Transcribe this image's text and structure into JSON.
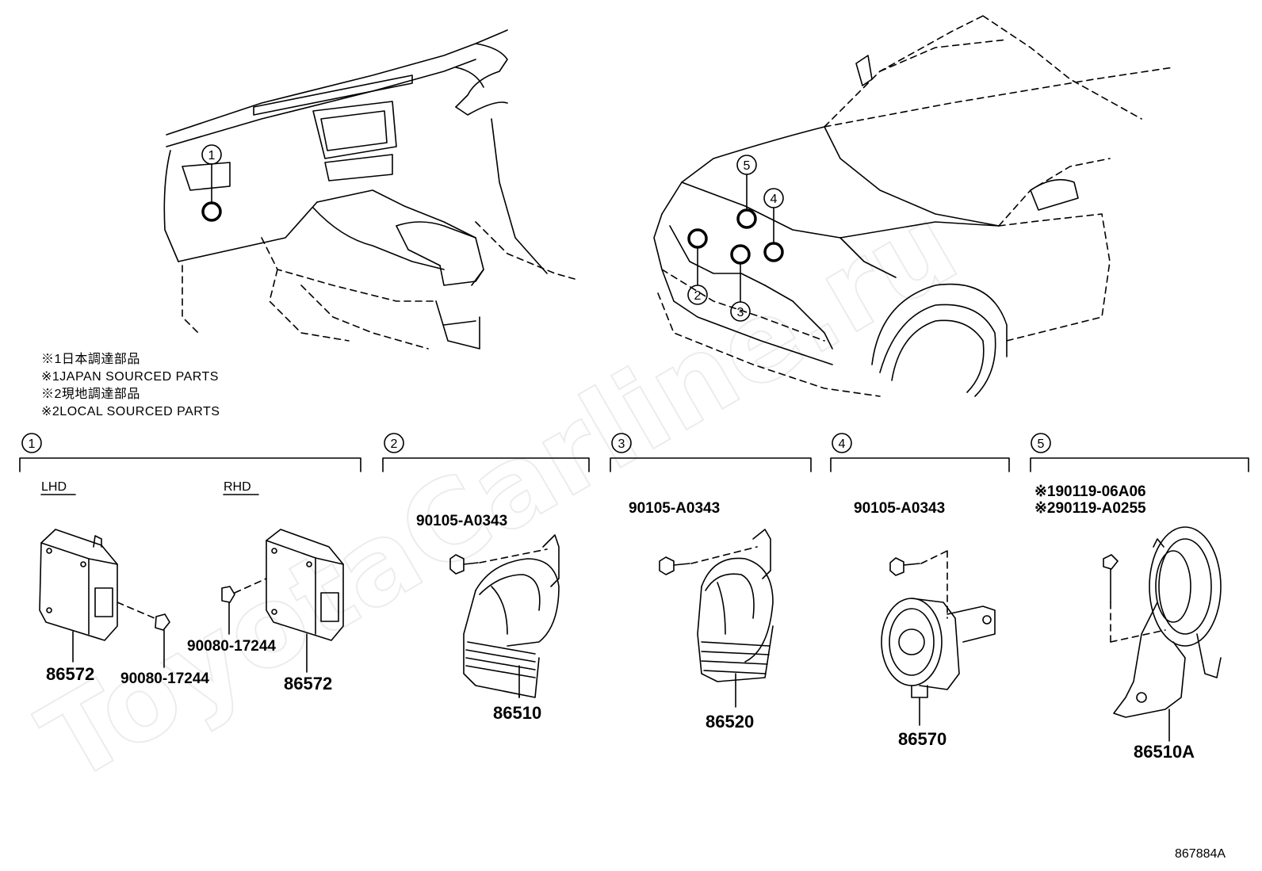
{
  "watermark": "ToyotaCarline.ru",
  "notes": {
    "line1": "※1日本調達部品",
    "line2": "※1JAPAN SOURCED PARTS",
    "line3": "※2現地調達部品",
    "line4": "※2LOCAL SOURCED PARTS"
  },
  "callouts": [
    "1",
    "2",
    "3",
    "4",
    "5"
  ],
  "sections": {
    "s1": {
      "number": "1",
      "lhd": "LHD",
      "rhd": "RHD",
      "left_part": "86572",
      "left_fastener": "90080-17244",
      "right_fastener": "90080-17244",
      "right_part": "86572"
    },
    "s2": {
      "number": "2",
      "fastener": "90105-A0343",
      "part": "86510"
    },
    "s3": {
      "number": "3",
      "fastener": "90105-A0343",
      "part": "86520"
    },
    "s4": {
      "number": "4",
      "fastener": "90105-A0343",
      "part": "86570"
    },
    "s5": {
      "number": "5",
      "fastener1": "※190119-06A06",
      "fastener2": "※290119-A0255",
      "part": "86510A"
    }
  },
  "diagram_id": "867884A"
}
